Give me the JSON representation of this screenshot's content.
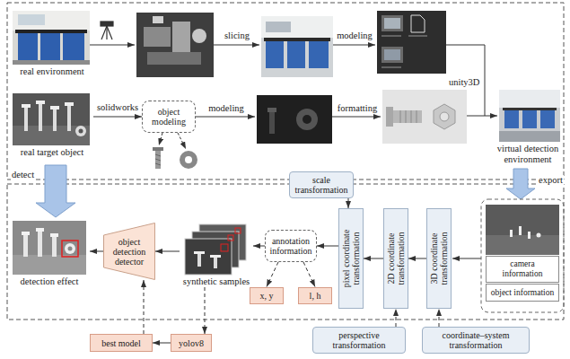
{
  "diagram": {
    "nodes": [
      {
        "text": [
          "real environment"
        ]
      },
      {
        "text": [
          "virtual detection environment"
        ]
      },
      {
        "text": [
          "real target object"
        ]
      },
      {
        "text": [
          "object modeling"
        ]
      },
      {
        "text": [
          "scale transformation"
        ]
      },
      {
        "text": [
          "detection effect"
        ]
      },
      {
        "text": [
          "object detection detector"
        ]
      },
      {
        "text": [
          "synthetic samples"
        ]
      },
      {
        "text": [
          "annotation information"
        ]
      },
      {
        "text": [
          "x, y"
        ]
      },
      {
        "text": [
          "l, h"
        ]
      },
      {
        "text": [
          "pixel coordinate transformation"
        ]
      },
      {
        "text": [
          "2D coordinate transformation"
        ]
      },
      {
        "text": [
          "3D coordinate transformation"
        ]
      },
      {
        "text": [
          "camera information"
        ]
      },
      {
        "text": [
          "object information"
        ]
      },
      {
        "text": [
          "best model"
        ]
      },
      {
        "text": [
          "yolov8"
        ]
      },
      {
        "text": [
          "perspective transformation"
        ]
      },
      {
        "text": [
          "coordinate–system transformation"
        ]
      }
    ],
    "edges": [
      {
        "from": 2,
        "to": 3,
        "arrow": "to",
        "label": "solidworks"
      },
      {
        "from": 4,
        "to": 11,
        "arrow": "to"
      },
      {
        "from": 13,
        "to": 12,
        "arrow": "to"
      },
      {
        "from": 12,
        "to": 11,
        "arrow": "to"
      },
      {
        "from": 11,
        "to": 8,
        "arrow": "to"
      },
      {
        "from": 8,
        "to": 9,
        "arrow": "to"
      },
      {
        "from": 8,
        "to": 10,
        "arrow": "to"
      },
      {
        "from": 8,
        "to": 7,
        "arrow": "to"
      },
      {
        "from": 7,
        "to": 6,
        "arrow": "to"
      },
      {
        "from": 6,
        "to": 5,
        "arrow": "to"
      },
      {
        "from": 7,
        "to": 17,
        "arrow": "to"
      },
      {
        "from": 17,
        "to": 16,
        "arrow": "to"
      },
      {
        "from": 16,
        "to": 6,
        "arrow": "to"
      },
      {
        "from": 18,
        "to": 12,
        "arrow": "to"
      },
      {
        "from": 19,
        "to": 13,
        "arrow": "to"
      }
    ],
    "labels": [
      "slicing",
      "modeling",
      "unity3D",
      "modeling",
      "formatting",
      "detect",
      "export"
    ]
  }
}
